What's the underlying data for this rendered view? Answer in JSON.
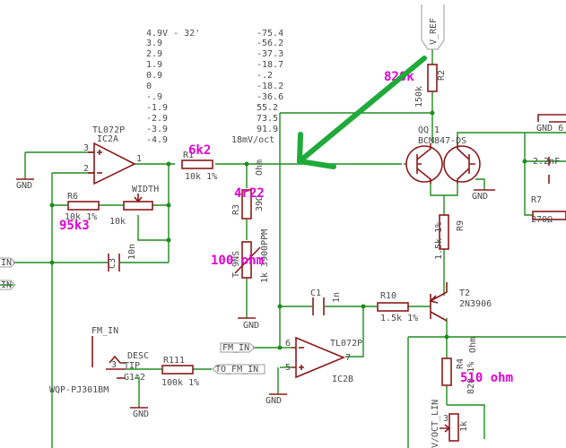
{
  "labels": {
    "volt_col1": [
      "4.9V - 32'",
      "3.9",
      "2.9",
      "1.9",
      "0.9",
      "0",
      "-.9",
      "-1.9",
      "-2.9",
      "-3.9",
      "-4.9"
    ],
    "volt_col2": [
      "-75.4",
      "-56.2",
      "-37.3",
      "-18.7",
      "-.2",
      "-18.2",
      "-36.6",
      "55.2",
      "73.5",
      "91.9",
      "18mV/oct"
    ],
    "ic2a_type": "TL072P",
    "ic2a_name": "IC2A",
    "r1": "R1",
    "r1_val": "10k 1%",
    "r6": "R6",
    "r6_val": "10k 1%",
    "width": "WIDTH",
    "width_val": "10k",
    "c3": "C3",
    "c3_val": "10n",
    "r3": "R3",
    "r3_val": "39Ω",
    "ohm_top": "Ohm",
    "r_thermistor": "T 9NS",
    "r_thermistor_val": "1k 3900PPM",
    "gnd": "GND",
    "c1": "C1",
    "c1_val": "1n",
    "r10": "R10",
    "r10_val": "1.5k 1%",
    "t2": "T2",
    "t2_type": "2N3906",
    "ic2b_type": "TL072P",
    "ic2b_name": "IC2B",
    "fm_in_flag": "FM_IN",
    "fm_in_jack": "FM_IN",
    "jack_desc": "DESC",
    "jack_tip": "TIP",
    "jack_g1": "G1*2",
    "jack_type": "WQP-PJ301BM",
    "r111": "R111",
    "r111_val": "100k 1%",
    "to_fm_in": "TO_FM_IN",
    "qq1": "QQ 1",
    "qq1_type": "BCM847-DS",
    "r2": "R2",
    "r2_val": "150k",
    "r9": "R9",
    "r9_val": "1.5k 1%",
    "r4": "R4",
    "r4_val": "820 1%",
    "ohm_mid": "Ohm",
    "v_ref": "V_REF",
    "gnd6": "GND 6",
    "cap_right": "2.2nF",
    "r7": "R7",
    "r7_val": "270Ω",
    "voct_lin": "V/OCT_LIN",
    "trim_val": "1k",
    "in_label": "IN",
    "pin_3": "3",
    "pin_2": "2",
    "pin_1": "1",
    "pin_6": "6",
    "pin_5": "5",
    "pin_7": "7",
    "pin_3b": "3",
    "pin_3c": "3"
  },
  "annotations": {
    "a_6k2": "6k2",
    "a_95k3": "95k3",
    "a_4r22": "4r22",
    "a_100ohm": "100 ohm",
    "a_820k": "820k",
    "a_510ohm": "510 ohm"
  },
  "colors": {
    "wire": "#1e8c1e",
    "part": "#8b1a1a",
    "annotation": "#e100d6",
    "arrow": "#1faa3a"
  }
}
